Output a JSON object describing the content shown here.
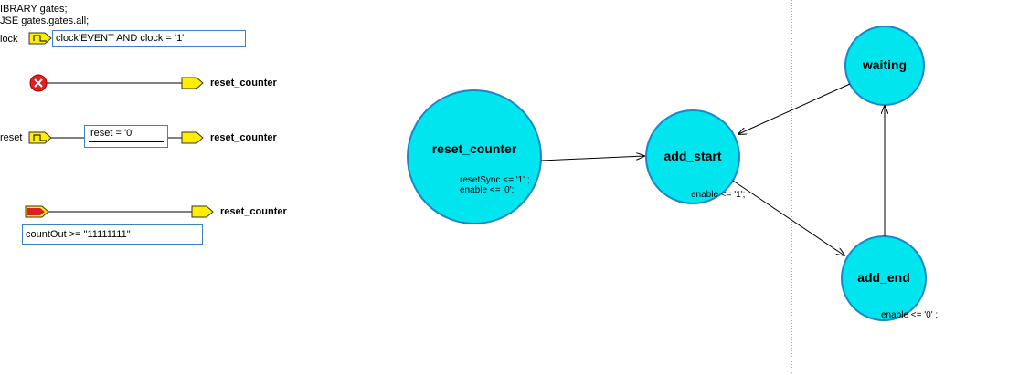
{
  "header_lines": [
    "IBRARY gates;",
    "JSE gates.gates.all;"
  ],
  "clock": {
    "label": "lock",
    "condition": "clock'EVENT AND clock = '1'"
  },
  "reset_condition": {
    "label": "reset",
    "condition": "reset = '0'"
  },
  "count_condition": "countOut >= \"11111111\"",
  "transition_targets": [
    "reset_counter",
    "reset_counter",
    "reset_counter"
  ],
  "states": {
    "reset_counter": {
      "name": "reset_counter",
      "actions": [
        "resetSync <= '1' ;",
        "enable <= '0';"
      ]
    },
    "add_start": {
      "name": "add_start",
      "actions": [
        "enable <= '1';"
      ]
    },
    "waiting": {
      "name": "waiting",
      "actions": []
    },
    "add_end": {
      "name": "add_end",
      "actions": [
        "enable <= '0' ;"
      ]
    }
  },
  "colors": {
    "state_fill": "#00e5ee",
    "state_stroke": "#1c86c6",
    "port_fill": "#ffee00",
    "box_border": "#3b82c4",
    "error_red": "#e02020"
  }
}
